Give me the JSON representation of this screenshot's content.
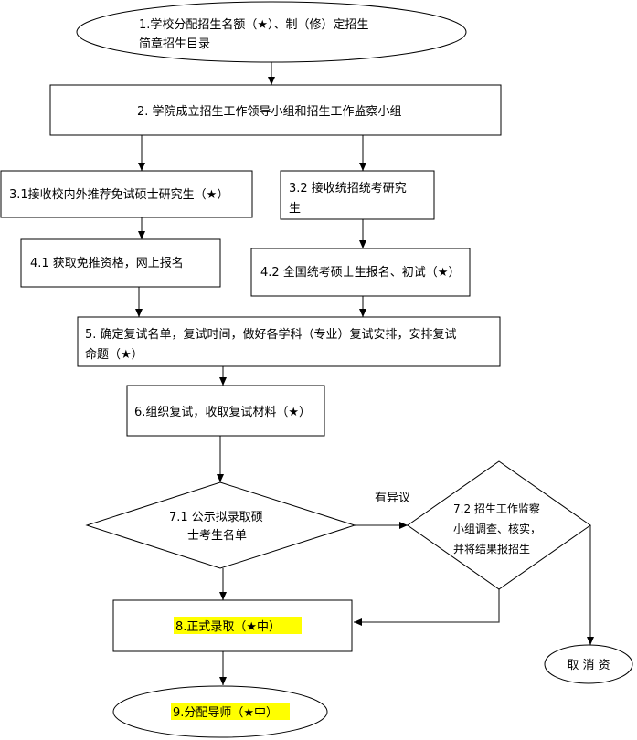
{
  "nodes": {
    "n1": {
      "line1": "1.学校分配招生名额（★）、制（修）定招生",
      "line2": "简章招生目录"
    },
    "n2": {
      "text": "2. 学院成立招生工作领导小组和招生工作监察小组"
    },
    "n31": {
      "text": "3.1接收校内外推荐免试硕士研究生（★）"
    },
    "n32": {
      "line1": "3.2 接收统招统考研究",
      "line2": "生"
    },
    "n41": {
      "text": "4.1  获取免推资格，网上报名"
    },
    "n42": {
      "text": "4.2 全国统考硕士生报名、初试（★）"
    },
    "n5": {
      "line1": "5. 确定复试名单，复试时间，做好各学科（专业）复试安排，安排复试",
      "line2": "命题（★）"
    },
    "n6": {
      "text": "6.组织复试，收取复试材料（★）"
    },
    "n71": {
      "line1": "7.1 公示拟录取硕",
      "line2": "士考生名单"
    },
    "n72": {
      "line1": "7.2 招生工作监察",
      "line2": "小组调查、核实，",
      "line3": "并将结果报招生"
    },
    "n8": {
      "text": "8.正式录取（★中）"
    },
    "n9": {
      "text": "9.分配导师（★中）"
    },
    "cancel": {
      "text": "取 消 资"
    }
  },
  "edge_labels": {
    "objection": "有异议"
  },
  "colors": {
    "highlight": "#ffff00",
    "line": "#404040"
  }
}
